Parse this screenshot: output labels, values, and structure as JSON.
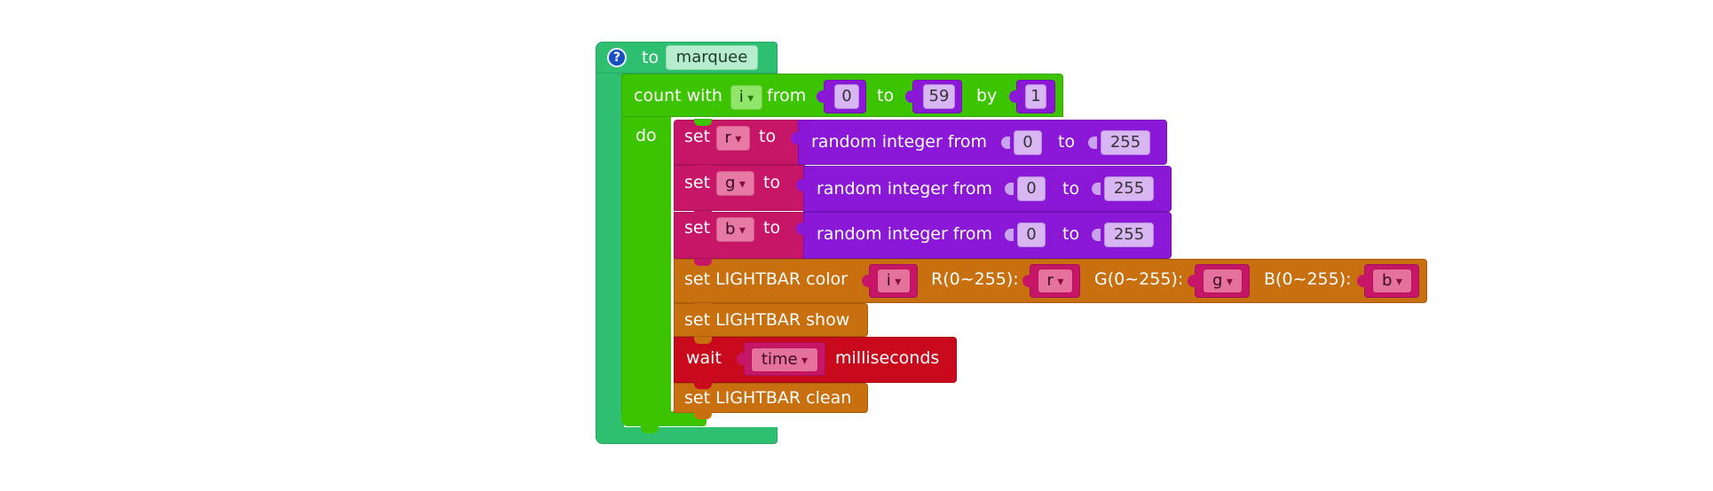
{
  "procedure": {
    "keyword": "to",
    "name": "marquee",
    "help_icon": "?"
  },
  "loop": {
    "label": "count with",
    "var": "i",
    "from_label": "from",
    "from": "0",
    "to_label": "to",
    "to": "59",
    "by_label": "by",
    "by": "1",
    "do_label": "do"
  },
  "sets": [
    {
      "set_label": "set",
      "var": "r",
      "to_label": "to",
      "expr": "random integer from",
      "min": "0",
      "mid": "to",
      "max": "255"
    },
    {
      "set_label": "set",
      "var": "g",
      "to_label": "to",
      "expr": "random integer from",
      "min": "0",
      "mid": "to",
      "max": "255"
    },
    {
      "set_label": "set",
      "var": "b",
      "to_label": "to",
      "expr": "random integer from",
      "min": "0",
      "mid": "to",
      "max": "255"
    }
  ],
  "lightbar_color": {
    "label": "set LIGHTBAR color",
    "index_var": "i",
    "r_label": "R(0~255):",
    "r_var": "r",
    "g_label": "G(0~255):",
    "g_var": "g",
    "b_label": "B(0~255):",
    "b_var": "b"
  },
  "lightbar_show": {
    "label": "set LIGHTBAR show"
  },
  "wait": {
    "label": "wait",
    "var": "time",
    "unit": "milliseconds"
  },
  "lightbar_clean": {
    "label": "set LIGHTBAR clean"
  },
  "colors": {
    "procedure": "#2fbf71",
    "loop": "#3cc400",
    "variable_set": "#c71568",
    "math_random": "#8a18d6",
    "lightbar": "#c86f10",
    "wait": "#c90a1d"
  }
}
